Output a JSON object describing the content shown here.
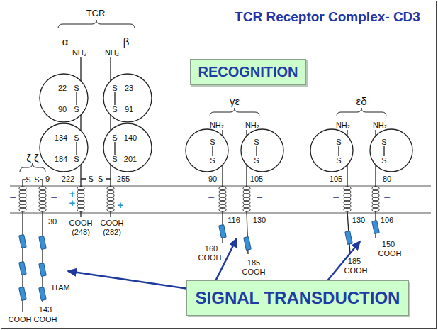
{
  "diagram": {
    "title": "TCR Receptor Complex- CD3",
    "nodes": [
      {
        "text": [
          "RECOGNITION"
        ]
      },
      {
        "text": [
          "SIGNAL TRANSDUCTION"
        ]
      }
    ],
    "labels": [
      "TCR",
      "α",
      "NH₂",
      "NH₂",
      "β",
      "22",
      "S",
      "S",
      "90",
      "23",
      "S",
      "S",
      "91",
      "134",
      "S",
      "S",
      "184",
      "140",
      "S",
      "S",
      "201",
      "222",
      "S–S",
      "255",
      "+",
      "+",
      "+",
      "COOH",
      "(248)",
      "COOH",
      "(282)",
      "ζ ζ",
      "S",
      "S",
      "9",
      "−",
      "−",
      "30",
      "ITAM",
      "143",
      "COOH",
      "COOH",
      "γε",
      "NH₂",
      "NH₂",
      "S",
      "S",
      "S",
      "S",
      "90",
      "105",
      "−",
      "−",
      "116",
      "130",
      "160",
      "COOH",
      "185",
      "COOH",
      "εδ",
      "NH₂",
      "NH₂",
      "S",
      "S",
      "S",
      "S",
      "105",
      "80",
      "−",
      "−",
      "130",
      "106",
      "185",
      "COOH",
      "150",
      "COOH"
    ]
  }
}
